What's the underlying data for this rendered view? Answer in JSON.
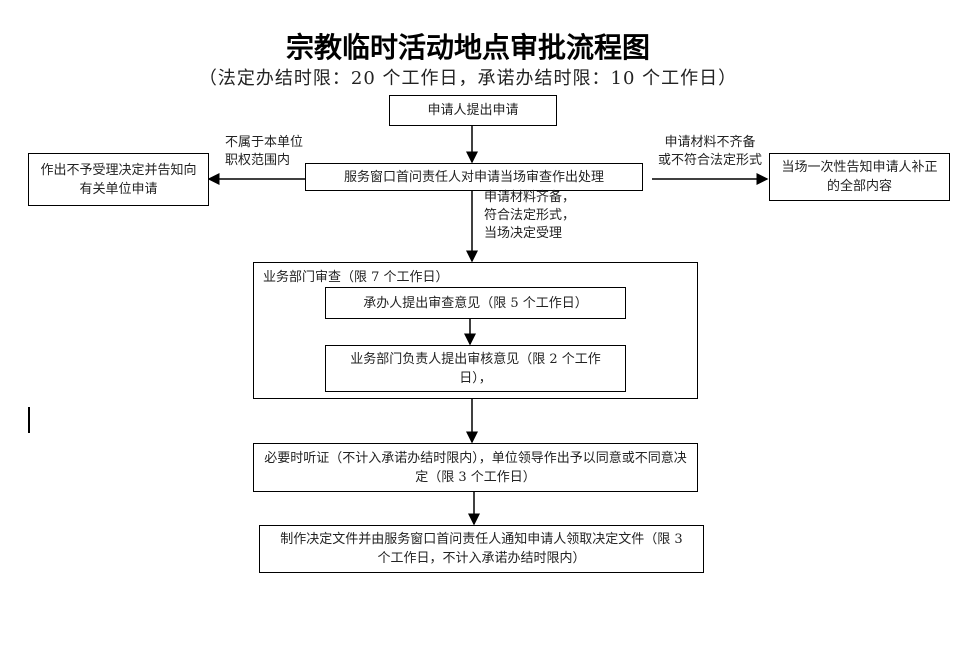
{
  "title": "宗教临时活动地点审批流程图",
  "subtitle": "（法定办结时限：20 个工作日，承诺办结时限：10 个工作日）",
  "steps": {
    "apply": "申请人提出申请",
    "window": "服务窗口首问责任人对申请当场审查作出处理",
    "reject": "作出不予受理决定并告知向有关单位申请",
    "notify": "当场一次性告知申请人补正的全部内容",
    "dept_review": "业务部门审查（限 7 个工作日）",
    "handler": "承办人提出审查意见（限 5 个工作日）",
    "head": "业务部门负责人提出审核意见（限 2 个工作日），",
    "hearing": "必要时听证（不计入承诺办结时限内），单位领导作出予以同意或不同意决定（限 3 个工作日）",
    "final": "制作决定文件并由服务窗口首问责任人通知申请人领取决定文件（限 3 个工作日，不计入承诺办结时限内）"
  },
  "labels": {
    "not_in_scope": "不属于本单位\n职权范围内",
    "incomplete": "申请材料不齐备\n或不符合法定形式",
    "accepted": "申请材料齐备，\n符合法定形式，\n当场决定受理"
  }
}
